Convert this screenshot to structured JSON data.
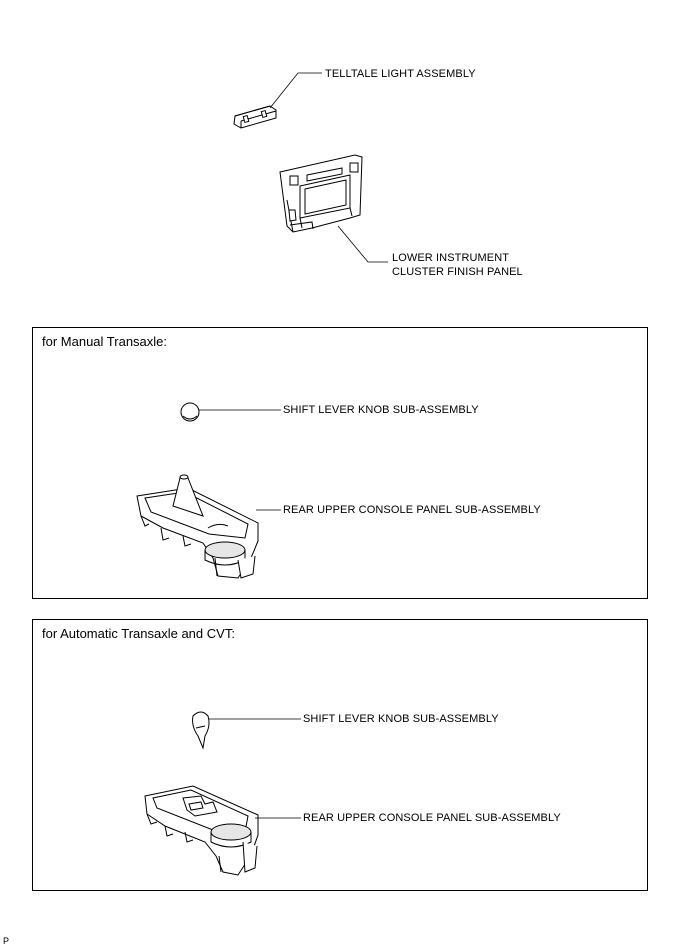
{
  "top": {
    "telltale_label": "TELLTALE LIGHT ASSEMBLY",
    "cluster_label_line1": "LOWER INSTRUMENT",
    "cluster_label_line2": "CLUSTER FINISH PANEL"
  },
  "manual": {
    "title": "for Manual Transaxle:",
    "knob_label": "SHIFT LEVER KNOB SUB-ASSEMBLY",
    "console_label": "REAR UPPER CONSOLE PANEL SUB-ASSEMBLY"
  },
  "automatic": {
    "title": "for Automatic Transaxle and CVT:",
    "knob_label": "SHIFT LEVER KNOB SUB-ASSEMBLY",
    "console_label": "REAR UPPER CONSOLE PANEL SUB-ASSEMBLY"
  },
  "footer": {
    "code": "P"
  }
}
